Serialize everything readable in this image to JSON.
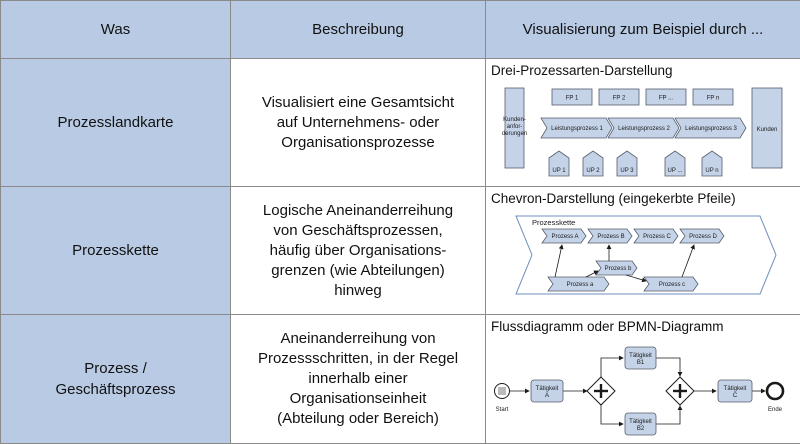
{
  "headers": {
    "col1": "Was",
    "col2": "Beschreibung",
    "col3": "Visualisierung zum Beispiel durch ..."
  },
  "rows": [
    {
      "name_lines": [
        "Prozesslandkarte"
      ],
      "desc_lines": [
        "Visualisiert eine Gesamtsicht",
        "auf  Unternehmens- oder",
        "Organisationsprozesse"
      ],
      "viz_title": "Drei-Prozessarten-Darstellung"
    },
    {
      "name_lines": [
        "Prozesskette"
      ],
      "desc_lines": [
        "Logische Aneinanderreihung",
        "von Geschäftsprozessen,",
        "häufig über Organisations-",
        "grenzen (wie Abteilungen)",
        "hinweg"
      ],
      "viz_title": "Chevron-Darstellung (eingekerbte Pfeile)"
    },
    {
      "name_lines": [
        "Prozess /",
        "Geschäftsprozess"
      ],
      "desc_lines": [
        "Aneinanderreihung von",
        "Prozessschritten, in der Regel",
        "innerhalb einer",
        "Organisationseinheit",
        "(Abteilung oder Bereich)"
      ],
      "viz_title": "Flussdiagramm oder BPMN-Diagramm"
    }
  ],
  "landkarte": {
    "left_box_lines": [
      "Kunden-",
      "anfor-",
      "derungen"
    ],
    "right_box": "Kunden",
    "fp": [
      "FP 1",
      "FP 2",
      "FP ...",
      "FP n"
    ],
    "leistungsprozesse": [
      "Leistungsprozess 1",
      "Leistungsprozess 2",
      "Leistungsprozess 3"
    ],
    "up": [
      "UP 1",
      "UP 2",
      "UP 3",
      "UP ...",
      "UP n"
    ]
  },
  "chevron": {
    "band_label": "Prozesskette",
    "top_row": [
      "Prozess A",
      "Prozess B",
      "Prozess C",
      "Prozess D"
    ],
    "mid_row": [
      "Prozess b"
    ],
    "bottom_row": [
      "Prozess a",
      "Prozess c"
    ]
  },
  "bpmn": {
    "start_label": "Start",
    "end_label": "Ende",
    "task_a_lines": [
      "Tätigkeit",
      "A"
    ],
    "task_b1_lines": [
      "Tätigkeit",
      "B1"
    ],
    "task_b2_lines": [
      "Tätigkeit",
      "B2"
    ],
    "task_c_lines": [
      "Tätigkeit",
      "C"
    ]
  },
  "colors": {
    "header_bg": "#b9cbe4",
    "shape_fill": "#c5d3e8",
    "shape_stroke": "#555e6b",
    "grid": "#8a8a8a"
  }
}
